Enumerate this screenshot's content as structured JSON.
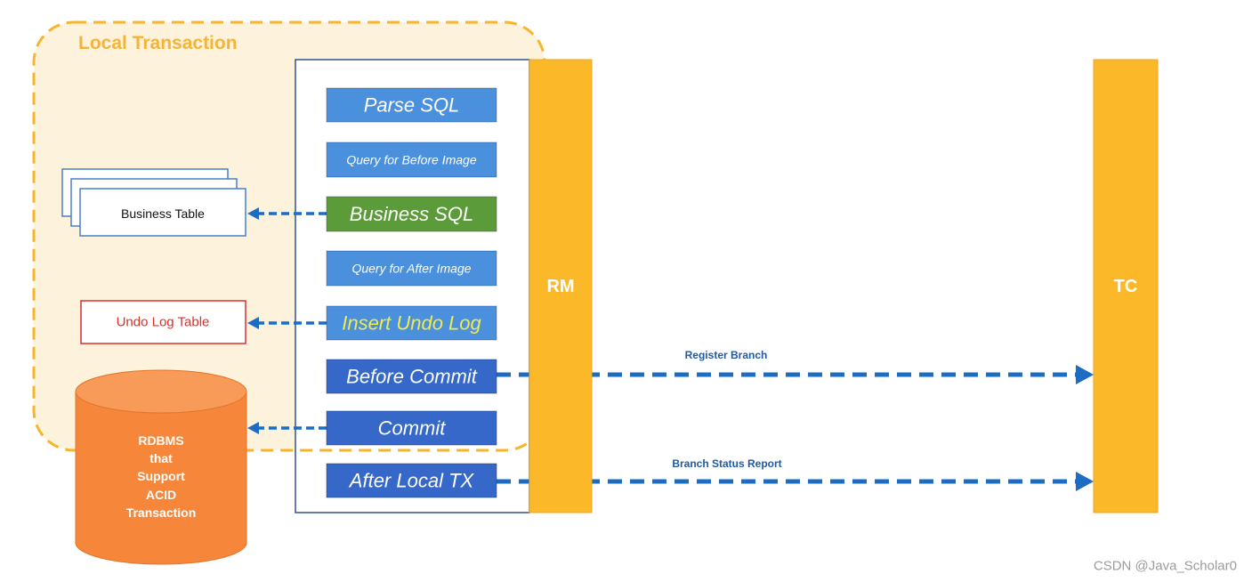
{
  "diagram": {
    "local_transaction": {
      "label": "Local Transaction"
    },
    "steps": [
      {
        "label": "Parse SQL",
        "fill": "#4a90dc",
        "text_color": "#ffffff"
      },
      {
        "label": "Query for Before Image",
        "fill": "#4a90dc",
        "text_color": "#ffffff"
      },
      {
        "label": "Business SQL",
        "fill": "#5b9b3a",
        "text_color": "#ffffff"
      },
      {
        "label": "Query for After Image",
        "fill": "#4a90dc",
        "text_color": "#ffffff"
      },
      {
        "label": "Insert Undo Log",
        "fill": "#4a90dc",
        "text_color": "#f3ea4c"
      },
      {
        "label": "Before Commit",
        "fill": "#3568c8",
        "text_color": "#ffffff"
      },
      {
        "label": "Commit",
        "fill": "#3568c8",
        "text_color": "#ffffff"
      },
      {
        "label": "After Local TX",
        "fill": "#3568c8",
        "text_color": "#ffffff"
      }
    ],
    "rm": {
      "label": "RM"
    },
    "tc": {
      "label": "TC"
    },
    "business_table": {
      "label": "Business Table"
    },
    "undo_log_table": {
      "label": "Undo Log Table"
    },
    "database": {
      "lines": [
        "RDBMS",
        "that",
        "Support",
        "ACID",
        "Transaction"
      ]
    },
    "messages": {
      "register_branch": "Register Branch",
      "branch_status_report": "Branch Status Report"
    }
  },
  "watermark": "CSDN @Java_Scholar0",
  "colors": {
    "bar": "#fbb829",
    "local_transaction_fill": "#fdf2dc",
    "local_transaction_border": "#f7b52c",
    "local_transaction_label": "#f5b437",
    "arrow": "#1d6cc4",
    "table_border": "#4a7ec9",
    "undo_border": "#d9302b",
    "database_body": "#f5863a",
    "database_top": "#f89a58"
  }
}
